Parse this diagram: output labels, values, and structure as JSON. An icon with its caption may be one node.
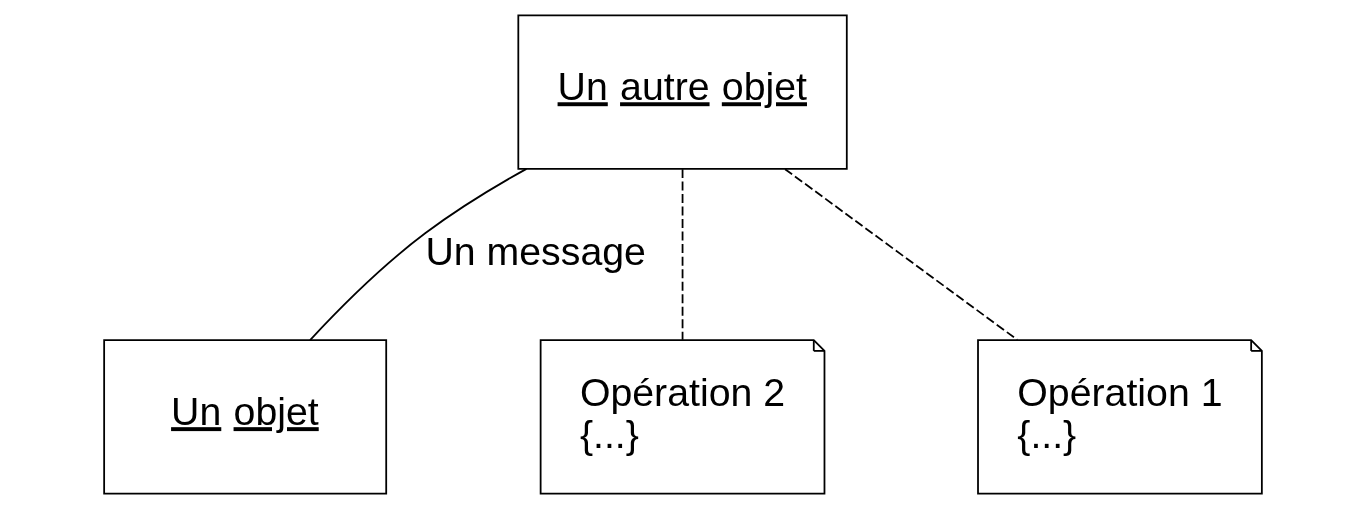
{
  "diagram": {
    "nodes": [
      {
        "text": [
          "Un autre objet"
        ]
      },
      {
        "text": [
          "Un objet"
        ]
      },
      {
        "text": [
          "Opération 2",
          "{...}"
        ]
      },
      {
        "text": [
          "Opération 1",
          "{...}"
        ]
      }
    ],
    "edges": [
      {
        "from": 1,
        "to": 0,
        "arrow": "none",
        "label": "Un message"
      },
      {
        "from": 0,
        "to": 2,
        "arrow": "none",
        "style": "dashed"
      },
      {
        "from": 0,
        "to": 3,
        "arrow": "none",
        "style": "dashed"
      }
    ]
  }
}
